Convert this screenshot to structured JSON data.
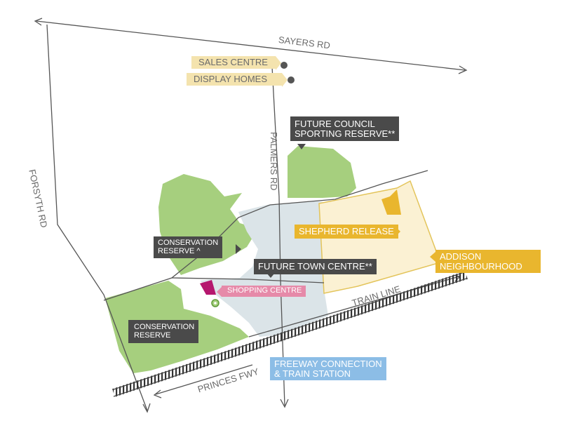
{
  "roads": {
    "sayers": "SAYERS RD",
    "forsyth": "FORSYTH RD",
    "palmers": "PALMERS RD",
    "train_line": "TRAIN LINE",
    "princes": "PRINCES FWY"
  },
  "labels": {
    "sales_centre": "SALES CENTRE",
    "display_homes": "DISPLAY HOMES",
    "sporting_reserve_line1": "FUTURE COUNCIL",
    "sporting_reserve_line2": "SPORTING RESERVE**",
    "shepherd_release": "SHEPHERD RELEASE",
    "addison_line1": "ADDISON",
    "addison_line2": "NEIGHBOURHOOD",
    "conservation_north_line1": "CONSERVATION",
    "conservation_north_line2": "RESERVE ^",
    "future_town_centre": "FUTURE TOWN CENTRE**",
    "shopping_centre": "SHOPPING CENTRE",
    "conservation_south_line1": "CONSERVATION",
    "conservation_south_line2": "RESERVE",
    "freeway_line1": "FREEWAY CONNECTION",
    "freeway_line2": "& TRAIN STATION"
  },
  "colors": {
    "green": "#a6cf7e",
    "town": "#dbe4e8",
    "cream": "#f4e3ae",
    "gold": "#e9b62e",
    "pink": "#e68aa9",
    "magenta": "#b5176e",
    "blue": "#8cbde6",
    "road": "#555555",
    "label_dark": "#4a4a4a"
  }
}
